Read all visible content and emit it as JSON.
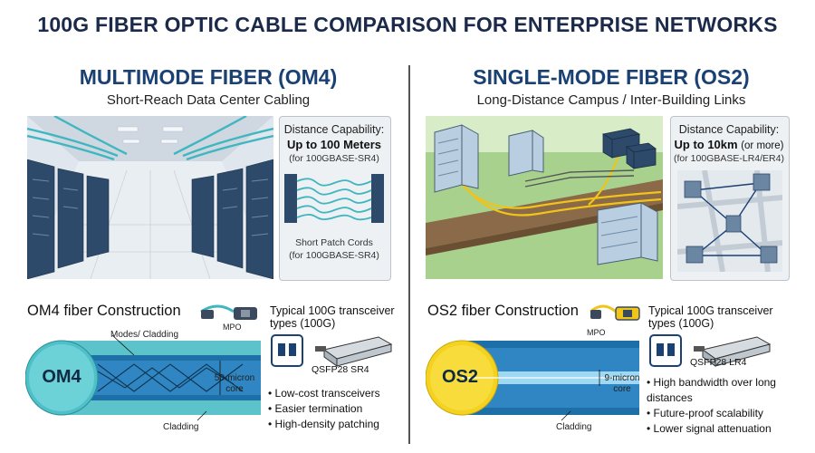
{
  "title": "100G FIBER OPTIC CABLE COMPARISON FOR ENTERPRISE NETWORKS",
  "left": {
    "title": "MULTIMODE FIBER (OM4)",
    "subtitle": "Short-Reach Data Center Cabling",
    "capability": {
      "label": "Distance Capability:",
      "value": "Up to 100 Meters",
      "value_suffix": "",
      "note": "(for 100GBASE-SR4)"
    },
    "patch_note_1": "Short Patch Cords",
    "patch_note_2": "(for 100GBASE-SR4)",
    "construction_title": "OM4 fiber Construction",
    "fiber_label": "OM4",
    "modes_label": "Modes/ Cladding",
    "core_label_1": "50-micron",
    "core_label_2": "core",
    "cladding_label": "Cladding",
    "connector_label": "MPO",
    "transceiver_heading_1": "Typical 100G transceiver",
    "transceiver_heading_2": "types (100G)",
    "transceiver_model": "QSFP28 SR4",
    "benefits": [
      "Low-cost transceivers",
      "Easier termination",
      "High-density patching"
    ]
  },
  "right": {
    "title": "SINGLE-MODE FIBER (OS2)",
    "subtitle": "Long-Distance Campus / Inter-Building Links",
    "capability": {
      "label": "Distance Capability:",
      "value": "Up to 10km",
      "value_suffix": "(or more)",
      "note": "(for 100GBASE-LR4/ER4)"
    },
    "construction_title": "OS2 fiber Construction",
    "fiber_label": "OS2",
    "core_label_1": "9-micron",
    "core_label_2": "core",
    "cladding_label": "Cladding",
    "connector_label": "MPO",
    "transceiver_heading_1": "Typical 100G transceiver",
    "transceiver_heading_2": "types (100G)",
    "transceiver_model": "QSFP28 LR4",
    "benefits": [
      "High bandwidth over long distances",
      "Future-proof scalability",
      "Lower signal attenuation"
    ]
  },
  "colors": {
    "title_blue": "#1a4173",
    "om4_aqua": "#4fc0c8",
    "os2_yellow": "#f4d21f",
    "fiber_blue": "#1d6fa8"
  }
}
